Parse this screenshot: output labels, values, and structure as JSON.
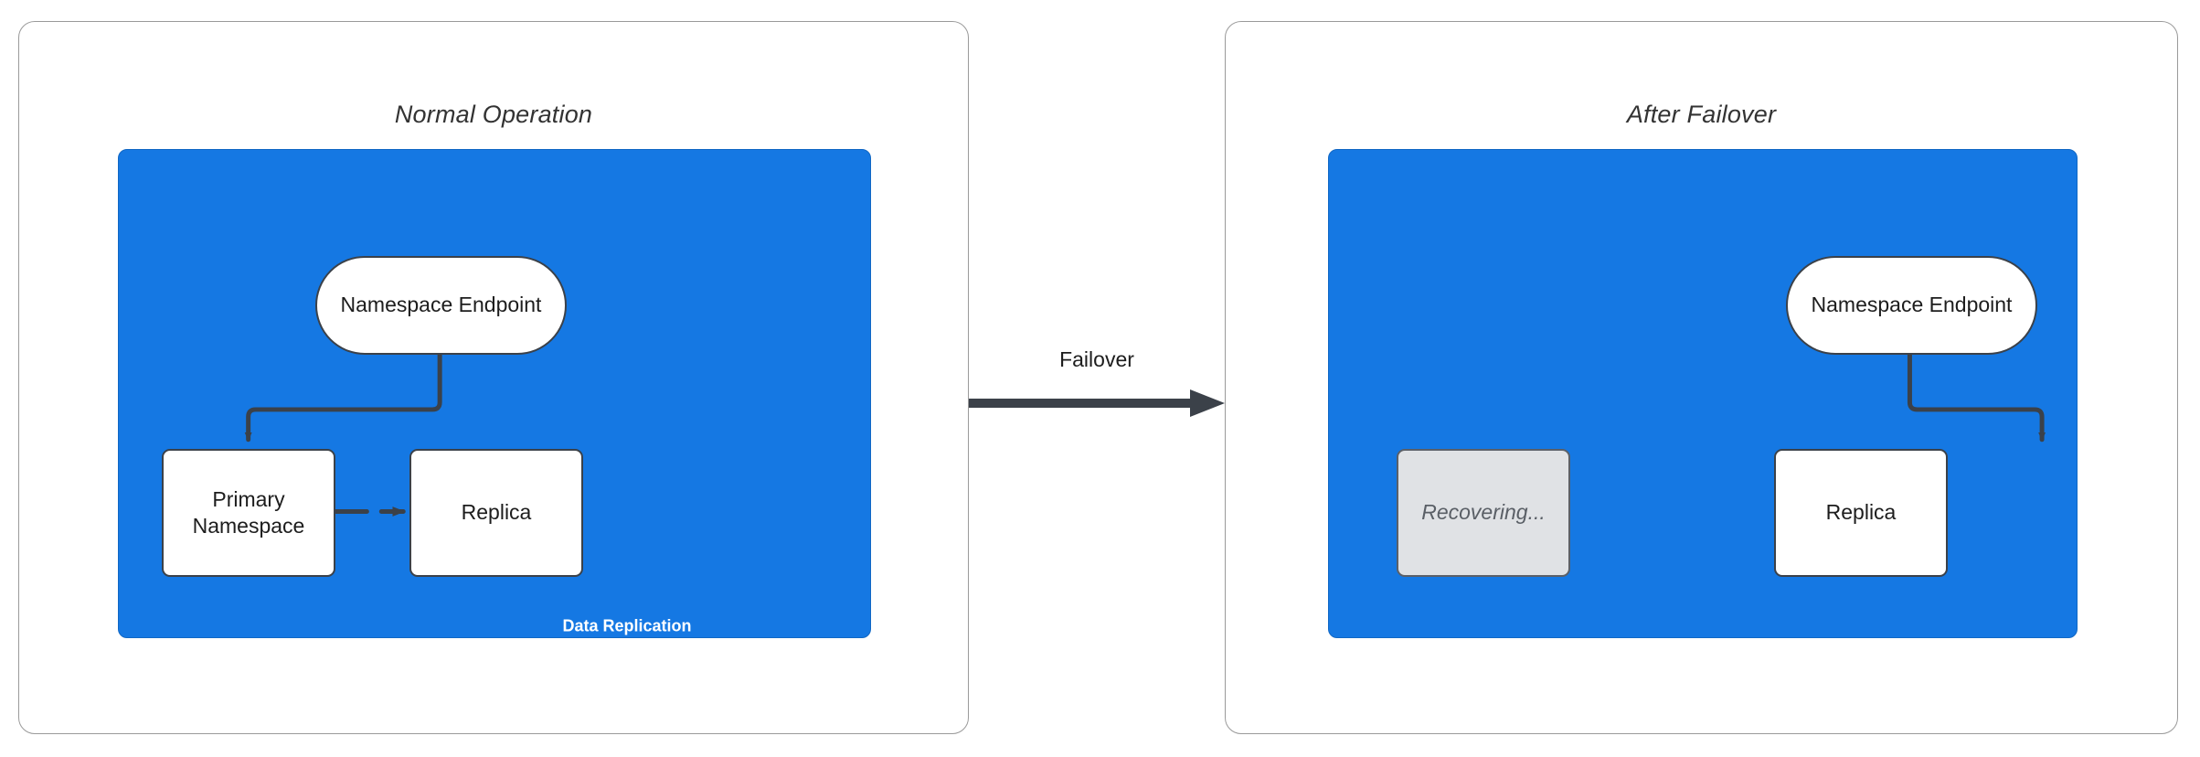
{
  "diagram": {
    "background_color": "#ffffff",
    "cluster_color": "#1578E3",
    "node_border_color": "#3b4149",
    "dim_node_color": "#E0E2E5",
    "connector_color": "#3b4149",
    "panels": [
      {
        "id": "normal-operation",
        "title": "Normal Operation",
        "nodes": {
          "endpoint": "Namespace Endpoint",
          "primary": "Primary\nNamespace",
          "primary_line1": "Primary",
          "primary_line2": "Namespace",
          "replica": "Replica"
        },
        "edges": [
          {
            "from": "endpoint",
            "to": "primary",
            "label": ""
          },
          {
            "from": "primary",
            "to": "replica",
            "label": "Data Replication"
          }
        ]
      },
      {
        "id": "after-failover",
        "title": "After Failover",
        "nodes": {
          "endpoint": "Namespace Endpoint",
          "recovering": "Recovering...",
          "replica": "Replica"
        },
        "edges": [
          {
            "from": "endpoint",
            "to": "replica",
            "label": ""
          }
        ]
      }
    ],
    "transition": {
      "label": "Failover",
      "direction": "left-to-right"
    }
  }
}
